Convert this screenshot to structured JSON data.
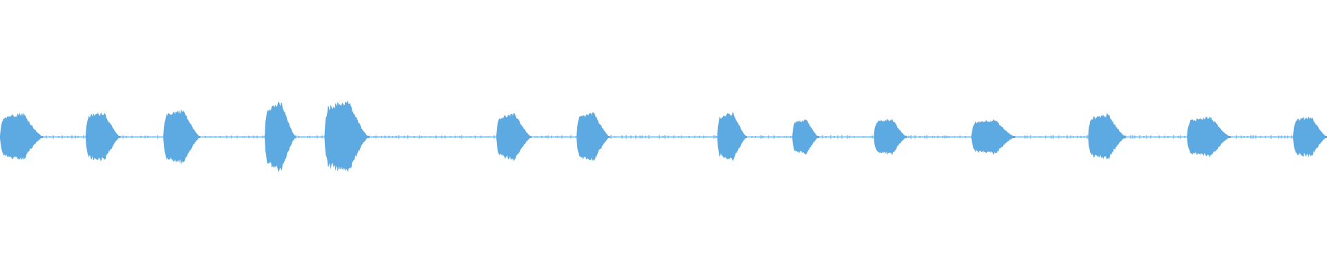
{
  "waveform": {
    "color": "#5DA9E1",
    "background": "#FFFFFF",
    "bursts": [
      {
        "start": 0.0,
        "end": 0.0325,
        "amplitude": 0.55
      },
      {
        "start": 0.0645,
        "end": 0.0905,
        "amplitude": 0.57
      },
      {
        "start": 0.123,
        "end": 0.151,
        "amplitude": 0.62
      },
      {
        "start": 0.1995,
        "end": 0.223,
        "amplitude": 0.78
      },
      {
        "start": 0.2445,
        "end": 0.278,
        "amplitude": 0.82
      },
      {
        "start": 0.374,
        "end": 0.4005,
        "amplitude": 0.53
      },
      {
        "start": 0.4345,
        "end": 0.4595,
        "amplitude": 0.55
      },
      {
        "start": 0.5405,
        "end": 0.563,
        "amplitude": 0.55
      },
      {
        "start": 0.597,
        "end": 0.617,
        "amplitude": 0.4
      },
      {
        "start": 0.6585,
        "end": 0.6835,
        "amplitude": 0.42
      },
      {
        "start": 0.732,
        "end": 0.765,
        "amplitude": 0.4
      },
      {
        "start": 0.82,
        "end": 0.8485,
        "amplitude": 0.52
      },
      {
        "start": 0.8945,
        "end": 0.9275,
        "amplitude": 0.46
      },
      {
        "start": 0.9745,
        "end": 1.0,
        "amplitude": 0.47
      }
    ]
  }
}
